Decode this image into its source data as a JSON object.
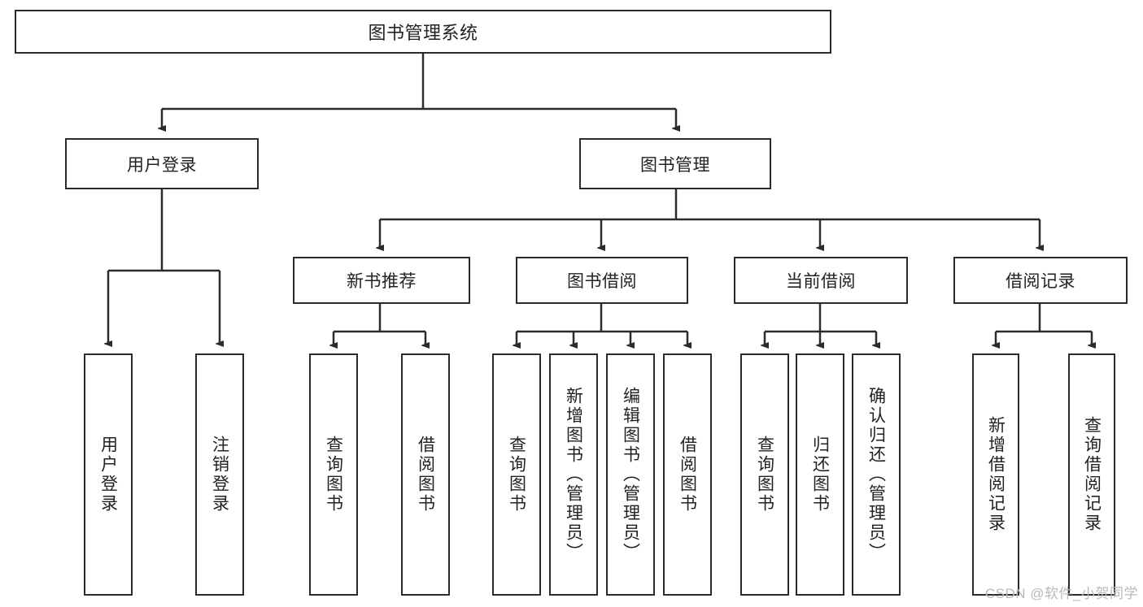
{
  "diagram": {
    "type": "tree-hierarchy",
    "title_node": {
      "label": "图书管理系统"
    },
    "level1": [
      {
        "label": "用户登录"
      },
      {
        "label": "图书管理"
      }
    ],
    "level2": [
      {
        "label": "新书推荐"
      },
      {
        "label": "图书借阅"
      },
      {
        "label": "当前借阅"
      },
      {
        "label": "借阅记录"
      }
    ],
    "leaves_user_login": [
      {
        "label": "用户登录"
      },
      {
        "label": "注销登录"
      }
    ],
    "leaves_new_book": [
      {
        "label": "查询图书"
      },
      {
        "label": "借阅图书"
      }
    ],
    "leaves_borrow": [
      {
        "label": "查询图书"
      },
      {
        "label": "新增图书（管理员）"
      },
      {
        "label": "编辑图书（管理员）"
      },
      {
        "label": "借阅图书"
      }
    ],
    "leaves_current": [
      {
        "label": "查询图书"
      },
      {
        "label": "归还图书"
      },
      {
        "label": "确认归还（管理员）"
      }
    ],
    "leaves_records": [
      {
        "label": "新增借阅记录"
      },
      {
        "label": "查询借阅记录"
      }
    ]
  },
  "watermark": {
    "text": "CSDN @软件_小贺同学"
  },
  "colors": {
    "stroke": "#2b2b2b",
    "fill": "#ffffff",
    "text": "#222222",
    "watermark": "#b9b9b9"
  }
}
